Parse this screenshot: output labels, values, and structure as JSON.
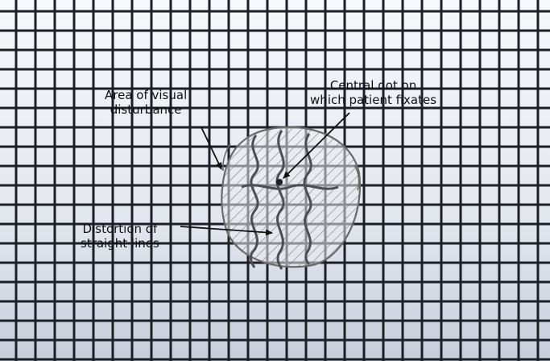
{
  "annotations": {
    "area_of_visual_disturbance": {
      "line1": "Area of visual",
      "line2": "disturbance"
    },
    "central_dot": {
      "line1": "Central dot on",
      "line2": "which patient fixates"
    },
    "distortion": {
      "line1": "Distortion of",
      "line2": "straight lines"
    }
  },
  "colors": {
    "background_top": "#f6f8fb",
    "background_bottom": "#c7ceda",
    "grid_line": "#1c1f26",
    "sketch_line": "#6a6a6a",
    "arrow": "#111111",
    "label_text": "#111111"
  },
  "icons": {
    "arrow_head": "arrowhead"
  }
}
